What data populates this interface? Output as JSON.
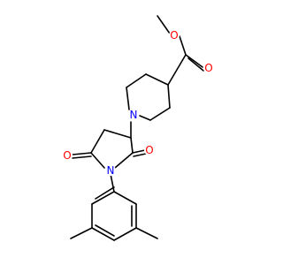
{
  "colors": {
    "background": "#ffffff",
    "bond": "#000000",
    "oxygen": "#ff0000",
    "nitrogen": "#0000ff"
  },
  "atoms": {
    "ester_o_methyl": "O",
    "ester_o_carbonyl": "O",
    "piperidine_n": "N",
    "pyrrolidine_n": "N",
    "imide_o_left": "O",
    "imide_o_right": "O"
  }
}
